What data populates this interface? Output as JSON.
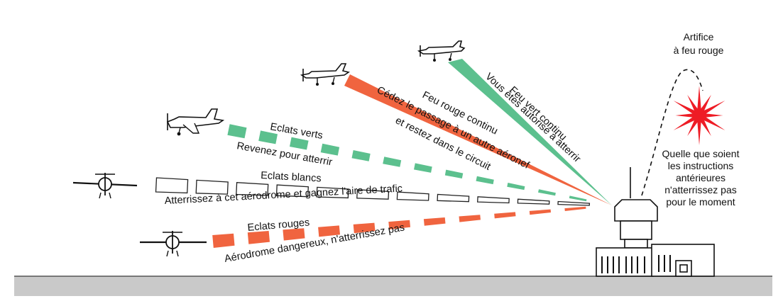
{
  "colors": {
    "green": "#5cc08e",
    "red": "#f0643f",
    "white_outline": "#222222",
    "ground": "#c9c9c9",
    "star": "#ee1c25"
  },
  "signals": {
    "steady_green": {
      "title": "Feu vert continu",
      "meaning": "Vous êtes autorisé à atterrir"
    },
    "steady_red": {
      "title": "Feu rouge continu",
      "meaning_line1": "Cédez le passage à un autre aéronef",
      "meaning_line2": "et restez dans le circuit"
    },
    "green_flashes": {
      "title": "Eclats verts",
      "meaning": "Revenez pour atterrir"
    },
    "white_flashes": {
      "title": "Eclats blancs",
      "meaning": "Atterrissez à cet aérodrome et gagnez l'aire de trafic"
    },
    "red_flashes": {
      "title": "Eclats rouges",
      "meaning": "Aérodrome dangereux, n'atterrissez pas"
    }
  },
  "pyrotechnic": {
    "label_line1": "Artifice",
    "label_line2": "à feu rouge",
    "meaning_lines": [
      "Quelle que soient",
      "les instructions",
      "antérieures",
      "n'atterrissez pas",
      "pour le moment"
    ]
  },
  "icons": [
    "airplane-icon",
    "control-tower-icon",
    "red-flare-star-icon"
  ]
}
